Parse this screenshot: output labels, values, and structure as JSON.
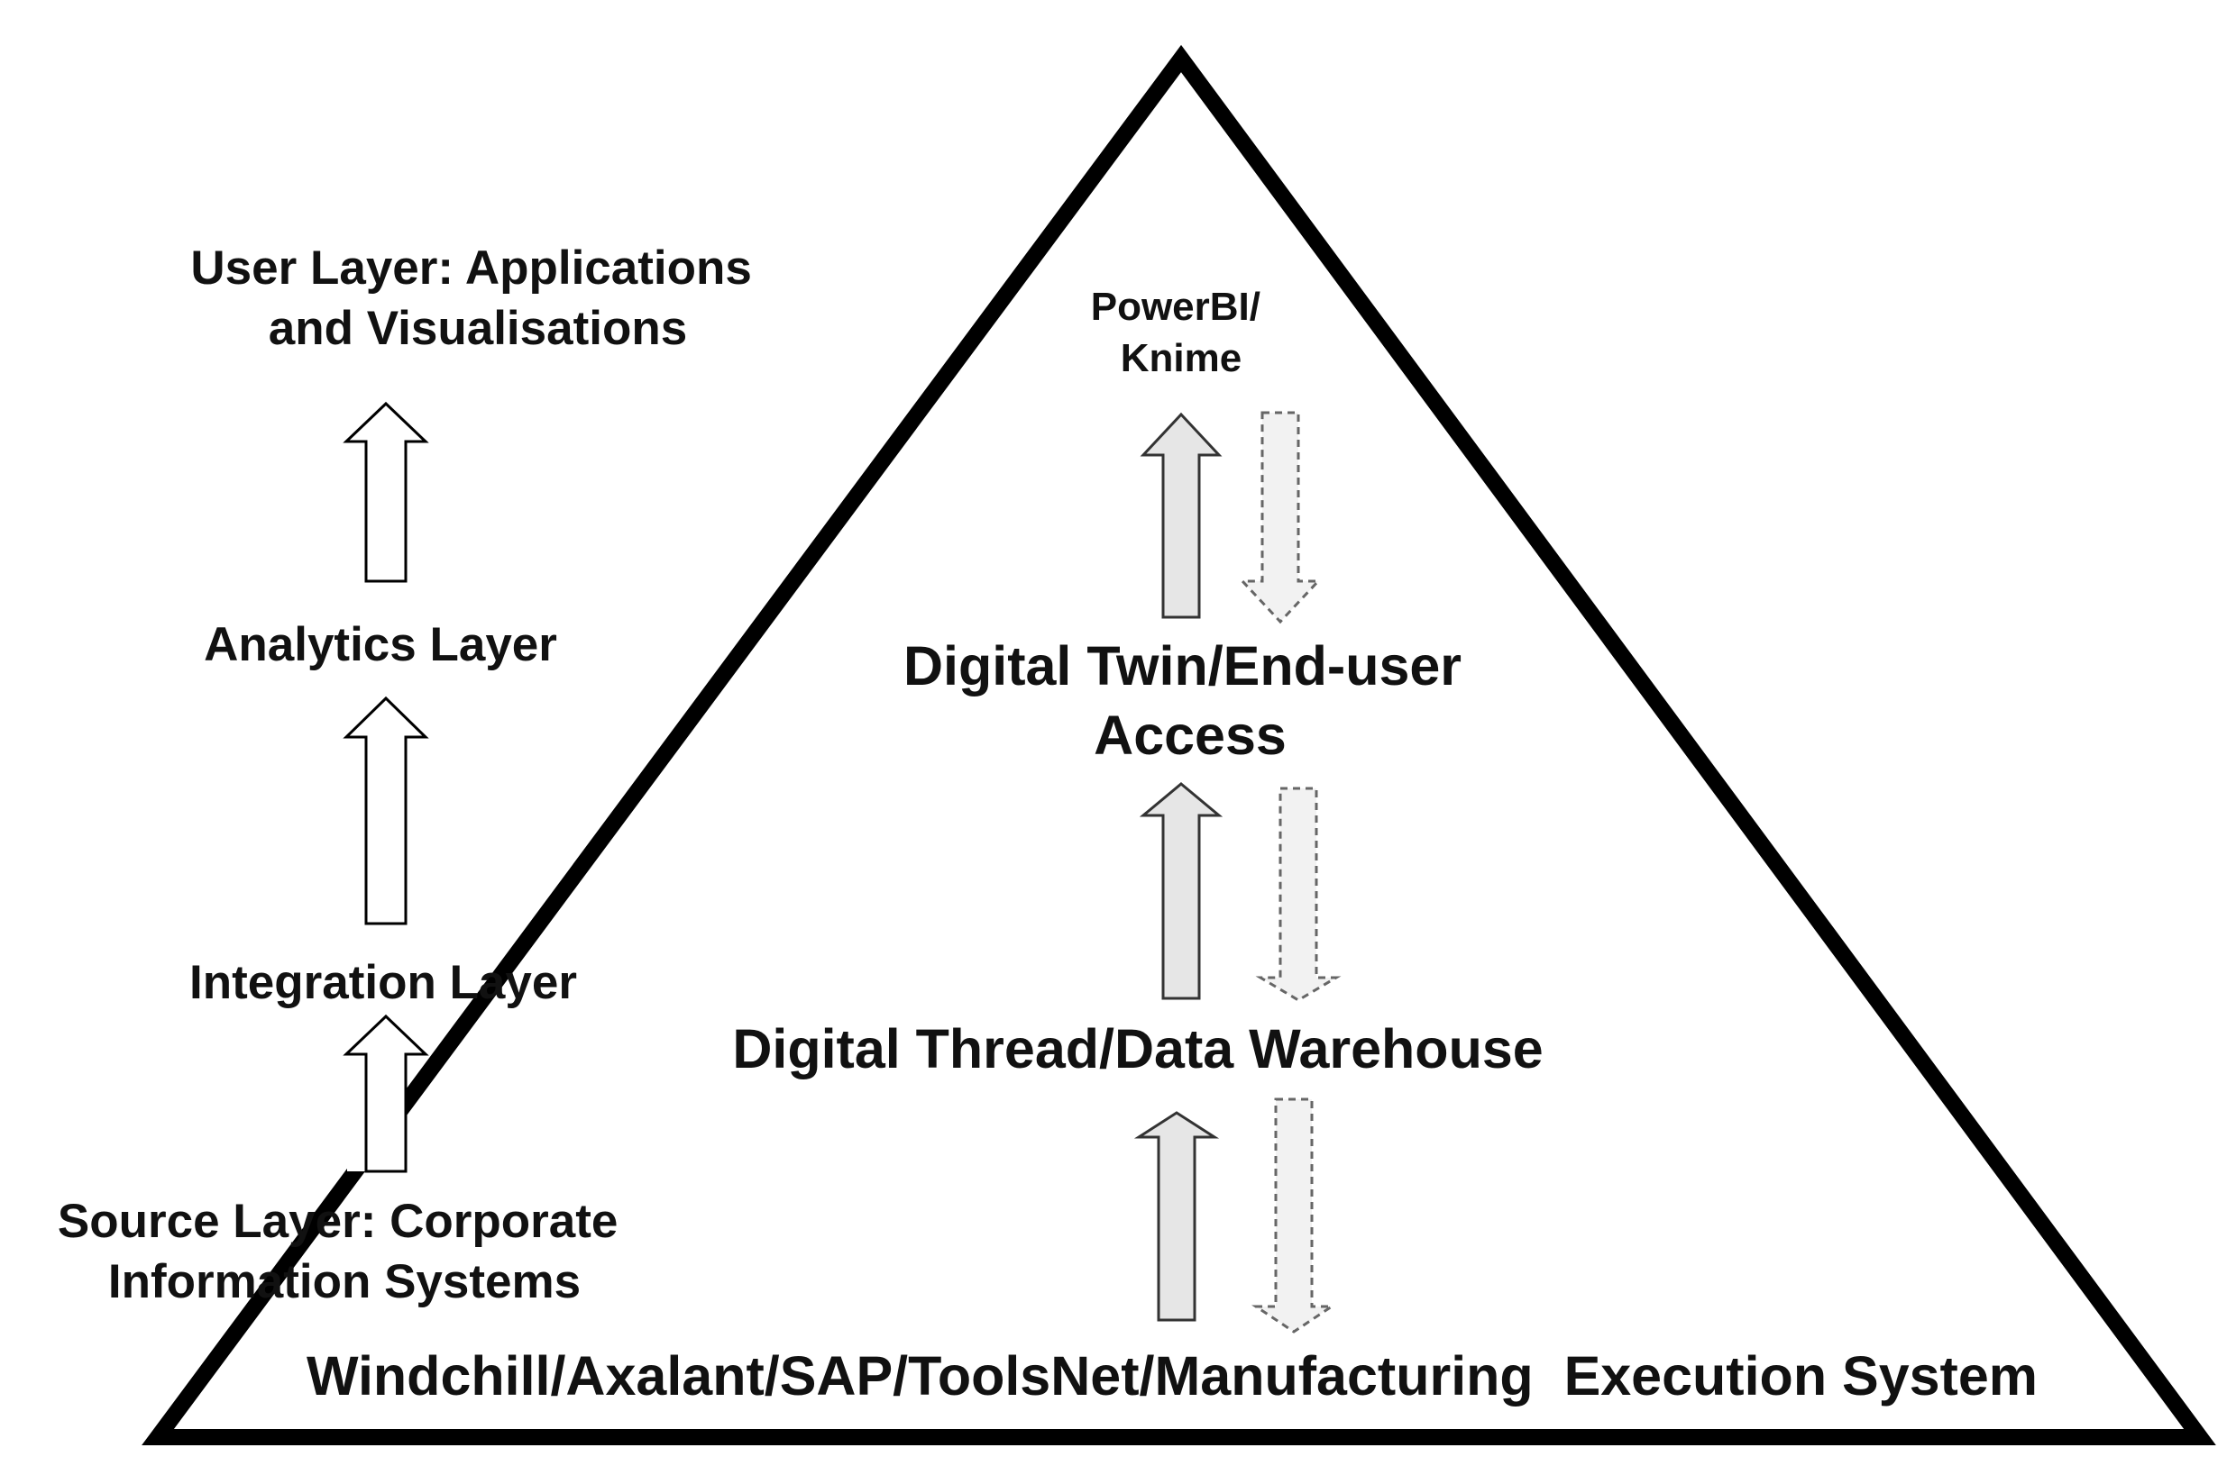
{
  "layers": {
    "user": [
      "User Layer: Applications",
      "and Visualisations"
    ],
    "analytics": "Analytics Layer",
    "integration": "Integration Layer",
    "source": [
      "Source Layer: Corporate",
      "Information Systems"
    ]
  },
  "pyramid": {
    "tools": [
      "PowerBI/",
      "Knime"
    ],
    "digital_twin": [
      "Digital Twin/End-user",
      "Access"
    ],
    "digital_thread": "Digital Thread/Data Warehouse",
    "base_systems": "Windchill/Axalant/SAP/ToolsNet/Manufacturing  Execution System"
  },
  "colors": {
    "outline": "#000000",
    "solid_arrow_fill": "#e6e6e6",
    "dashed_arrow_fill": "#f2f2f2",
    "hollow_arrow_fill": "#ffffff"
  }
}
